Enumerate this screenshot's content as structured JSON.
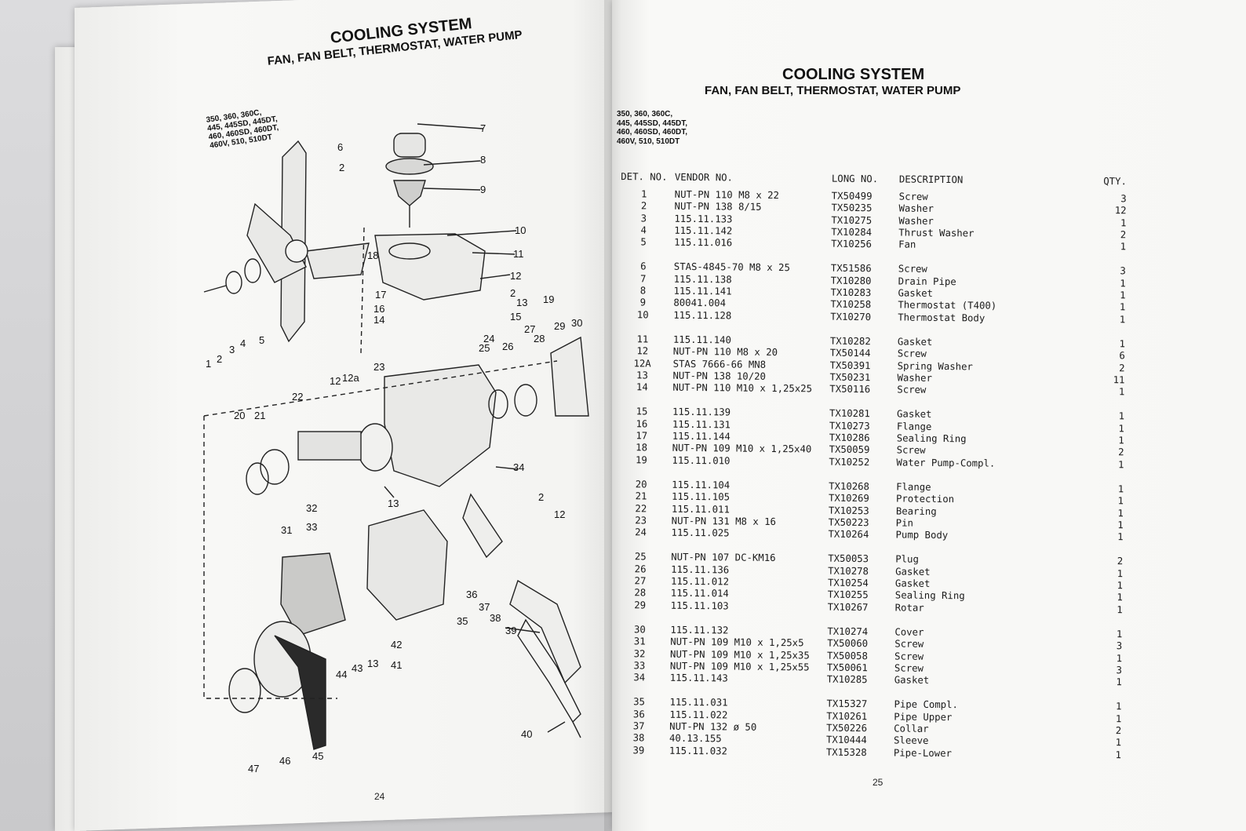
{
  "left_page": {
    "title": "COOLING SYSTEM",
    "subtitle": "FAN, FAN BELT, THERMOSTAT, WATER PUMP",
    "models": [
      "350, 360, 360C,",
      "445, 445SD, 445DT,",
      "460, 460SD, 460DT,",
      "460V, 510, 510DT"
    ],
    "page_number": "24",
    "callouts": [
      "1",
      "2",
      "3",
      "4",
      "5",
      "6",
      "2",
      "7",
      "8",
      "9",
      "10",
      "18",
      "11",
      "12",
      "17",
      "2",
      "13",
      "19",
      "16",
      "15",
      "14",
      "27",
      "29",
      "30",
      "28",
      "26",
      "25",
      "24",
      "12",
      "12a",
      "23",
      "22",
      "20",
      "21",
      "34",
      "32",
      "13",
      "33",
      "2",
      "12",
      "31",
      "36",
      "37",
      "35",
      "38",
      "39",
      "42",
      "43",
      "13",
      "41",
      "44",
      "47",
      "46",
      "45",
      "40"
    ]
  },
  "right_page": {
    "title": "COOLING SYSTEM",
    "subtitle": "FAN, FAN BELT, THERMOSTAT, WATER PUMP",
    "models": [
      "350, 360, 360C,",
      "445, 445SD, 445DT,",
      "460, 460SD, 460DT,",
      "460V, 510, 510DT"
    ],
    "columns": [
      "DET. NO.",
      "VENDOR NO.",
      "LONG NO.",
      "DESCRIPTION",
      "QTY."
    ],
    "page_number": "25",
    "parts": [
      {
        "det": "1",
        "vendor": "NUT-PN 110 M8 x 22",
        "long": "TX50499",
        "desc": "Screw",
        "qty": "3"
      },
      {
        "det": "2",
        "vendor": "NUT-PN 138 8/15",
        "long": "TX50235",
        "desc": "Washer",
        "qty": "12"
      },
      {
        "det": "3",
        "vendor": "115.11.133",
        "long": "TX10275",
        "desc": "Washer",
        "qty": "1"
      },
      {
        "det": "4",
        "vendor": "115.11.142",
        "long": "TX10284",
        "desc": "Thrust Washer",
        "qty": "2"
      },
      {
        "det": "5",
        "vendor": "115.11.016",
        "long": "TX10256",
        "desc": "Fan",
        "qty": "1"
      },
      {
        "det": "6",
        "vendor": "STAS-4845-70 M8 x 25",
        "long": "TX51586",
        "desc": "Screw",
        "qty": "3"
      },
      {
        "det": "7",
        "vendor": "115.11.138",
        "long": "TX10280",
        "desc": "Drain Pipe",
        "qty": "1"
      },
      {
        "det": "8",
        "vendor": "115.11.141",
        "long": "TX10283",
        "desc": "Gasket",
        "qty": "1"
      },
      {
        "det": "9",
        "vendor": "80041.004",
        "long": "TX10258",
        "desc": "Thermostat (T400)",
        "qty": "1"
      },
      {
        "det": "10",
        "vendor": "115.11.128",
        "long": "TX10270",
        "desc": "Thermostat Body",
        "qty": "1"
      },
      {
        "det": "11",
        "vendor": "115.11.140",
        "long": "TX10282",
        "desc": "Gasket",
        "qty": "1"
      },
      {
        "det": "12",
        "vendor": "NUT-PN 110 M8 x 20",
        "long": "TX50144",
        "desc": "Screw",
        "qty": "6"
      },
      {
        "det": "12A",
        "vendor": "STAS 7666-66 MN8",
        "long": "TX50391",
        "desc": "Spring Washer",
        "qty": "2"
      },
      {
        "det": "13",
        "vendor": "NUT-PN 138 10/20",
        "long": "TX50231",
        "desc": "Washer",
        "qty": "11"
      },
      {
        "det": "14",
        "vendor": "NUT-PN 110 M10 x 1,25x25",
        "long": "TX50116",
        "desc": "Screw",
        "qty": "1"
      },
      {
        "det": "15",
        "vendor": "115.11.139",
        "long": "TX10281",
        "desc": "Gasket",
        "qty": "1"
      },
      {
        "det": "16",
        "vendor": "115.11.131",
        "long": "TX10273",
        "desc": "Flange",
        "qty": "1"
      },
      {
        "det": "17",
        "vendor": "115.11.144",
        "long": "TX10286",
        "desc": "Sealing Ring",
        "qty": "1"
      },
      {
        "det": "18",
        "vendor": "NUT-PN 109 M10 x 1,25x40",
        "long": "TX50059",
        "desc": "Screw",
        "qty": "2"
      },
      {
        "det": "19",
        "vendor": "115.11.010",
        "long": "TX10252",
        "desc": "Water Pump-Compl.",
        "qty": "1"
      },
      {
        "det": "20",
        "vendor": "115.11.104",
        "long": "TX10268",
        "desc": "Flange",
        "qty": "1"
      },
      {
        "det": "21",
        "vendor": "115.11.105",
        "long": "TX10269",
        "desc": "Protection",
        "qty": "1"
      },
      {
        "det": "22",
        "vendor": "115.11.011",
        "long": "TX10253",
        "desc": "Bearing",
        "qty": "1"
      },
      {
        "det": "23",
        "vendor": "NUT-PN 131 M8 x 16",
        "long": "TX50223",
        "desc": "Pin",
        "qty": "1"
      },
      {
        "det": "24",
        "vendor": "115.11.025",
        "long": "TX10264",
        "desc": "Pump Body",
        "qty": "1"
      },
      {
        "det": "25",
        "vendor": "NUT-PN 107 DC-KM16",
        "long": "TX50053",
        "desc": "Plug",
        "qty": "2"
      },
      {
        "det": "26",
        "vendor": "115.11.136",
        "long": "TX10278",
        "desc": "Gasket",
        "qty": "1"
      },
      {
        "det": "27",
        "vendor": "115.11.012",
        "long": "TX10254",
        "desc": "Gasket",
        "qty": "1"
      },
      {
        "det": "28",
        "vendor": "115.11.014",
        "long": "TX10255",
        "desc": "Sealing Ring",
        "qty": "1"
      },
      {
        "det": "29",
        "vendor": "115.11.103",
        "long": "TX10267",
        "desc": "Rotar",
        "qty": "1"
      },
      {
        "det": "30",
        "vendor": "115.11.132",
        "long": "TX10274",
        "desc": "Cover",
        "qty": "1"
      },
      {
        "det": "31",
        "vendor": "NUT-PN 109 M10 x 1,25x5",
        "long": "TX50060",
        "desc": "Screw",
        "qty": "3"
      },
      {
        "det": "32",
        "vendor": "NUT-PN 109 M10 x 1,25x35",
        "long": "TX50058",
        "desc": "Screw",
        "qty": "1"
      },
      {
        "det": "33",
        "vendor": "NUT-PN 109 M10 x 1,25x55",
        "long": "TX50061",
        "desc": "Screw",
        "qty": "3"
      },
      {
        "det": "34",
        "vendor": "115.11.143",
        "long": "TX10285",
        "desc": "Gasket",
        "qty": "1"
      },
      {
        "det": "35",
        "vendor": "115.11.031",
        "long": "TX15327",
        "desc": "Pipe Compl.",
        "qty": "1"
      },
      {
        "det": "36",
        "vendor": "115.11.022",
        "long": "TX10261",
        "desc": "Pipe Upper",
        "qty": "1"
      },
      {
        "det": "37",
        "vendor": "NUT-PN 132 ø 50",
        "long": "TX50226",
        "desc": "Collar",
        "qty": "2"
      },
      {
        "det": "38",
        "vendor": "40.13.155",
        "long": "TX10444",
        "desc": "Sleeve",
        "qty": "1"
      },
      {
        "det": "39",
        "vendor": "115.11.032",
        "long": "TX15328",
        "desc": "Pipe-Lower",
        "qty": "1"
      }
    ]
  }
}
